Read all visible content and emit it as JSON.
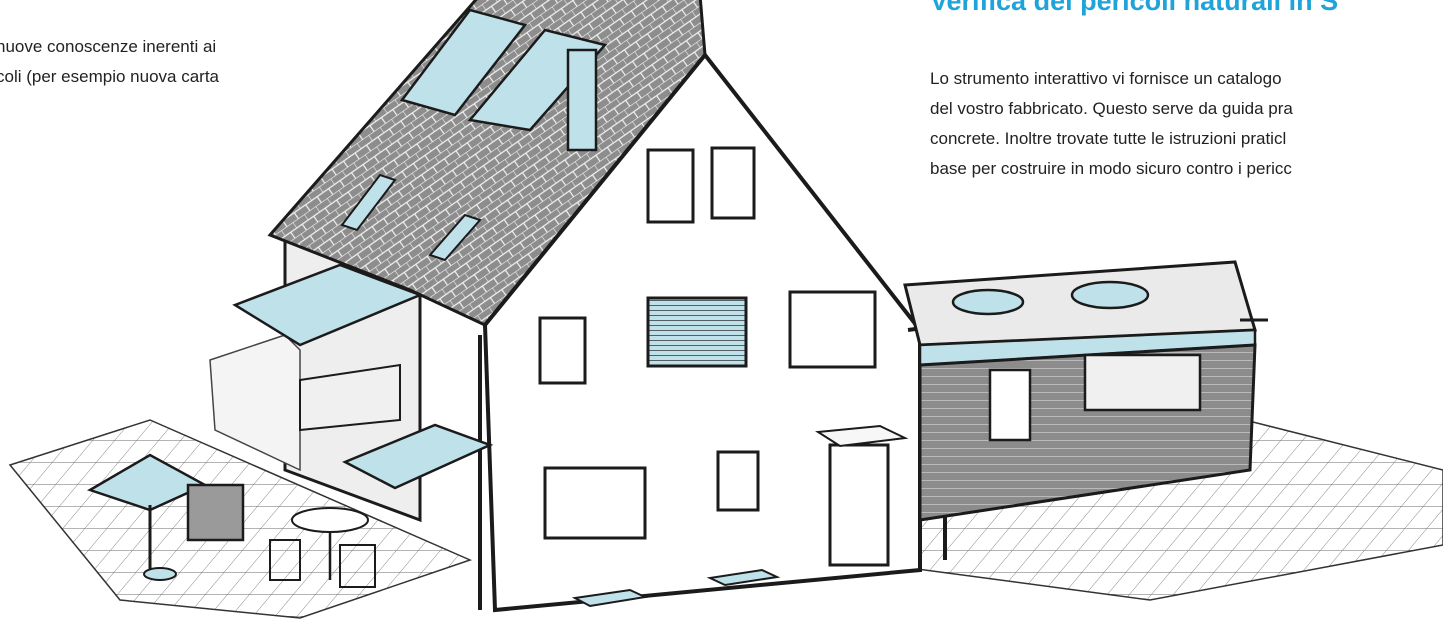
{
  "left_paragraph": {
    "line1": "nuove conoscenze inerenti ai",
    "line2": "coli (per esempio nuova carta"
  },
  "headline": "Verifica dei pericoli naturali in S",
  "intro": {
    "line1": "Lo strumento interattivo vi fornisce un catalogo",
    "line2": "del vostro fabbricato. Questo serve da guida pra",
    "line3": "concrete. Inoltre trovate tutte le istruzioni praticl",
    "line4": "base per costruire in modo sicuro contro i pericc"
  },
  "illustration_name": "house-illustration",
  "colors": {
    "accent": "#1fa3d9",
    "glass": "#bfe1ea",
    "roof": "#8a8a8a",
    "outline": "#1b1b1b"
  }
}
